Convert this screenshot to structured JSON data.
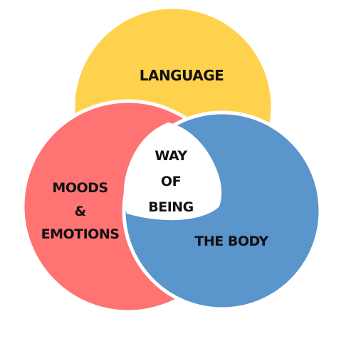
{
  "diagram": {
    "circles": {
      "language": {
        "label": "LANGUAGE",
        "color": "#FFD24D"
      },
      "moods": {
        "label_lines": [
          "MOODS",
          "&",
          "EMOTIONS"
        ],
        "color": "#FF7373"
      },
      "body": {
        "label": "THE BODY",
        "color": "#5A95CB"
      }
    },
    "center": {
      "label_lines": [
        "WAY",
        "OF",
        "BEING"
      ],
      "color": "#FFFFFF"
    },
    "outline_color": "#FFFFFF"
  }
}
